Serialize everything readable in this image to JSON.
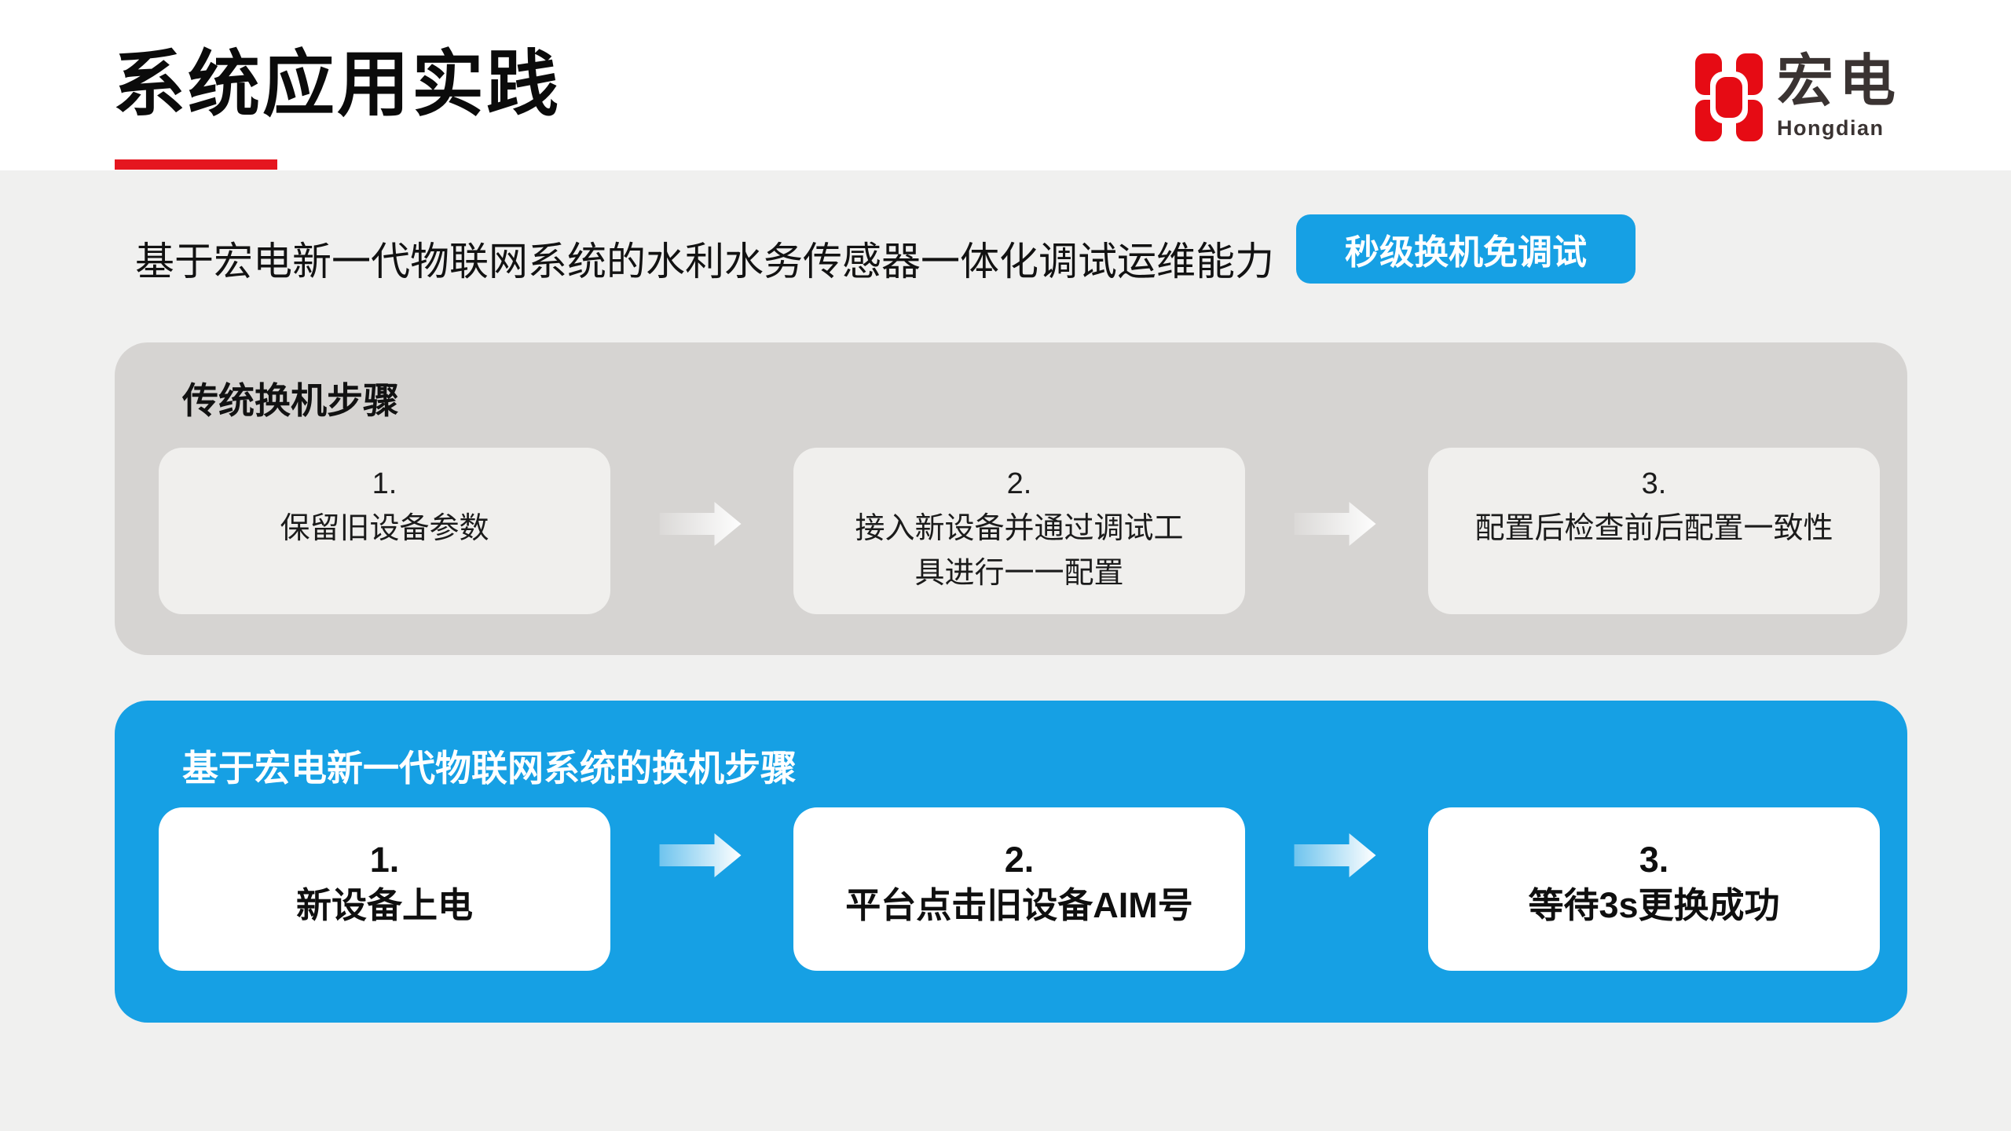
{
  "header": {
    "title": "系统应用实践",
    "logo": {
      "cn": "宏电",
      "en": "Hongdian"
    }
  },
  "intro": {
    "subtitle": "基于宏电新一代物联网系统的水利水务传感器一体化调试运维能力",
    "badge": "秒级换机免调试"
  },
  "traditional_flow": {
    "label": "传统换机步骤",
    "steps": [
      {
        "num": "1.",
        "text": "保留旧设备参数"
      },
      {
        "num": "2.",
        "text": "接入新设备并通过调试工\n具进行一一配置"
      },
      {
        "num": "3.",
        "text": "配置后检查前后配置一致性"
      }
    ]
  },
  "new_flow": {
    "label": "基于宏电新一代物联网系统的换机步骤",
    "steps": [
      {
        "num": "1.",
        "text": "新设备上电"
      },
      {
        "num": "2.",
        "text": "平台点击旧设备AIM号"
      },
      {
        "num": "3.",
        "text": "等待3s更换成功"
      }
    ]
  },
  "colors": {
    "brand_red": "#e5161f",
    "accent_blue": "#16a0e4",
    "panel_gray": "#d6d4d2",
    "card_gray": "#f0efed",
    "card_white": "#ffffff",
    "page_bg": "#f0f0ef",
    "logo_dark": "#3a3332"
  }
}
